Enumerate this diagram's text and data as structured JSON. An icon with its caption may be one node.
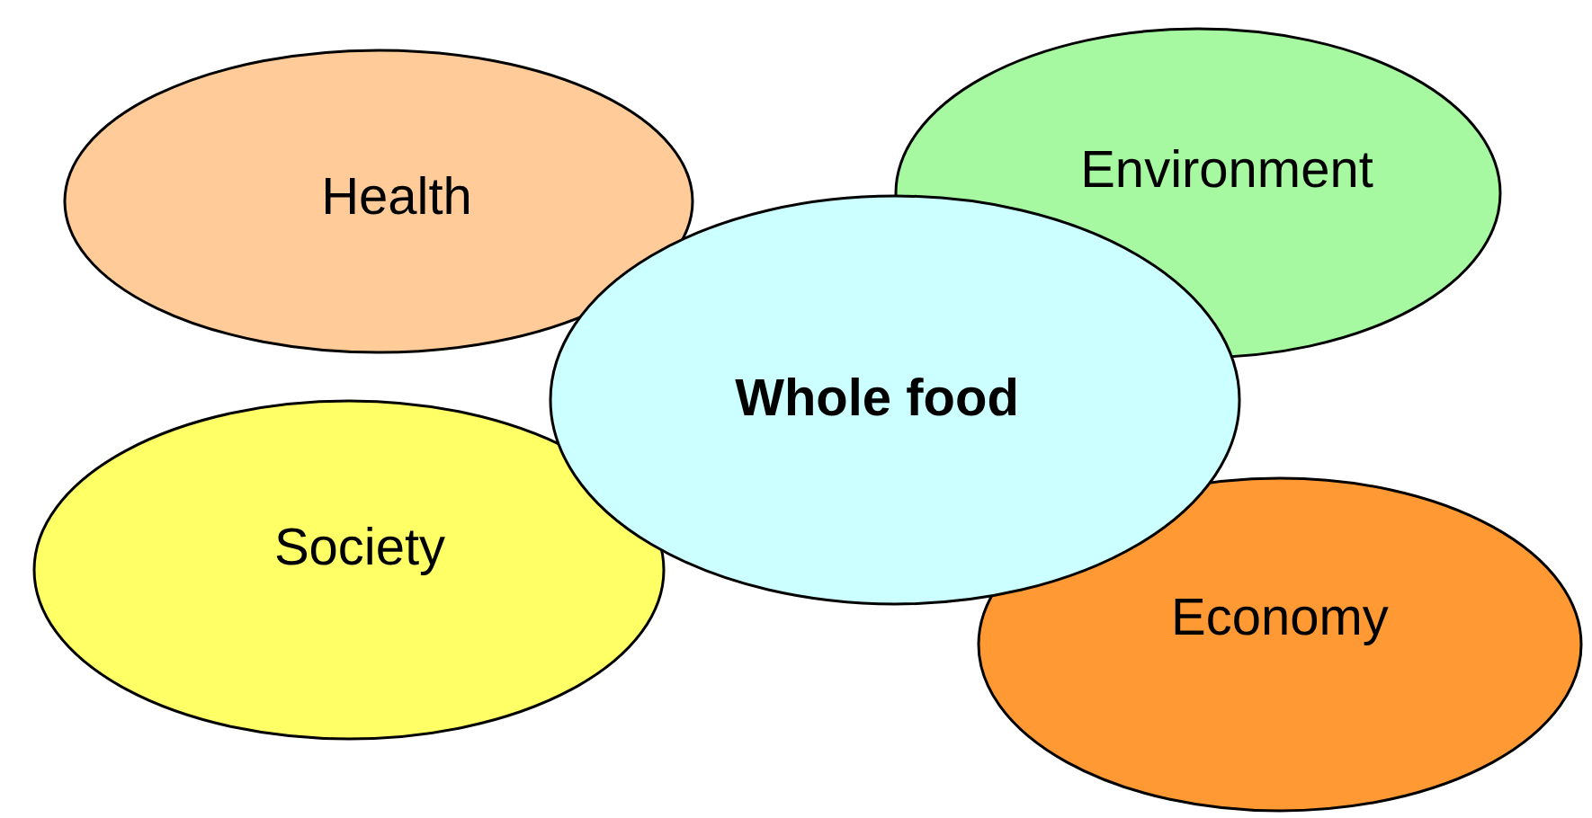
{
  "diagram": {
    "nodes": [
      {
        "text": [
          "Health"
        ]
      },
      {
        "text": [
          "Environment"
        ]
      },
      {
        "text": [
          "Whole food"
        ]
      },
      {
        "text": [
          "Society"
        ]
      },
      {
        "text": [
          "Economy"
        ]
      }
    ]
  }
}
